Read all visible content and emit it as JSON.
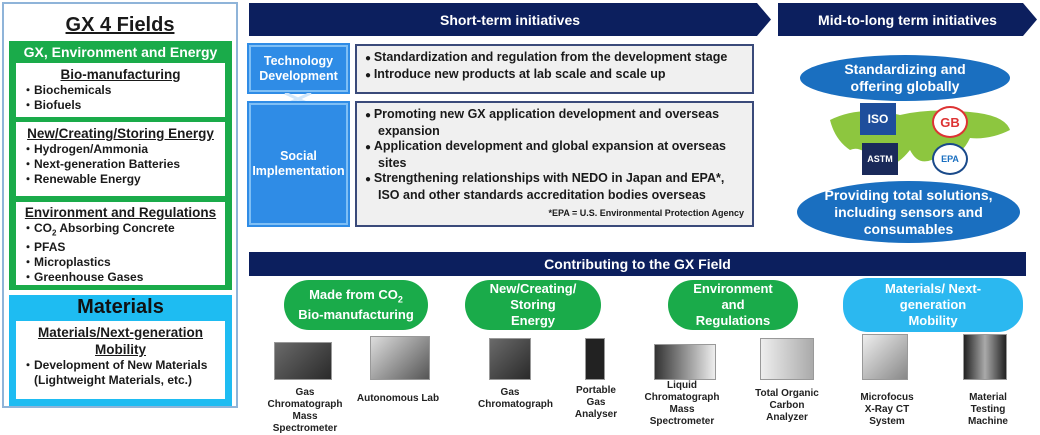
{
  "left_panel": {
    "title": "GX 4 Fields",
    "green_header": "GX, Environment and Energy",
    "groups": [
      {
        "heading": "Bio-manufacturing",
        "items": [
          "Biochemicals",
          "Biofuels"
        ]
      },
      {
        "heading": "New/Creating/Storing Energy",
        "items": [
          "Hydrogen/Ammonia",
          "Next-generation Batteries",
          "Renewable Energy"
        ]
      },
      {
        "heading": "Environment and Regulations",
        "items": [
          "CO2 Absorbing Concrete",
          "PFAS",
          "Microplastics",
          "Greenhouse Gases"
        ]
      }
    ],
    "materials": {
      "title": "Materials",
      "heading": "Materials/Next-generation Mobility",
      "items": [
        "Development of New Materials (Lightweight Materials, etc.)"
      ]
    }
  },
  "short_term": {
    "title": "Short-term initiatives",
    "rows": [
      {
        "label": "Technology Development",
        "bullets": [
          "Standardization and regulation from the development stage",
          "Introduce new products at lab scale and scale up"
        ]
      },
      {
        "label": "Social Implementation",
        "bullets": [
          "Promoting new GX application development and overseas expansion",
          "Application development and global expansion at overseas sites",
          "Strengthening relationships with NEDO in Japan and EPA*, ISO and other standards accreditation bodies overseas"
        ]
      }
    ],
    "footnote": "*EPA = U.S. Environmental Protection Agency"
  },
  "mid_long": {
    "title": "Mid-to-long term initiatives",
    "top": "Standardizing and offering globally",
    "bottom": "Providing total solutions, including sensors and consumables",
    "logos": [
      "ISO",
      "GB",
      "ASTM",
      "EPA"
    ]
  },
  "contributing": {
    "title": "Contributing to the GX Field",
    "categories": [
      {
        "label": "Made from CO2 Bio-manufacturing",
        "color": "#1aab4a",
        "products": [
          "Gas Chromatograph Mass Spectrometer",
          "Autonomous Lab"
        ]
      },
      {
        "label": "New/Creating/ Storing Energy",
        "color": "#1aab4a",
        "products": [
          "Gas Chromatograph",
          "Portable Gas Analyser"
        ]
      },
      {
        "label": "Environment and Regulations",
        "color": "#1aab4a",
        "products": [
          "Liquid Chromatograph Mass Spectrometer",
          "Total Organic Carbon Analyzer"
        ]
      },
      {
        "label": "Materials/ Next-generation Mobility",
        "color": "#2bb8f0",
        "products": [
          "Microfocus X-Ray CT System",
          "Material Testing Machine"
        ]
      }
    ]
  }
}
